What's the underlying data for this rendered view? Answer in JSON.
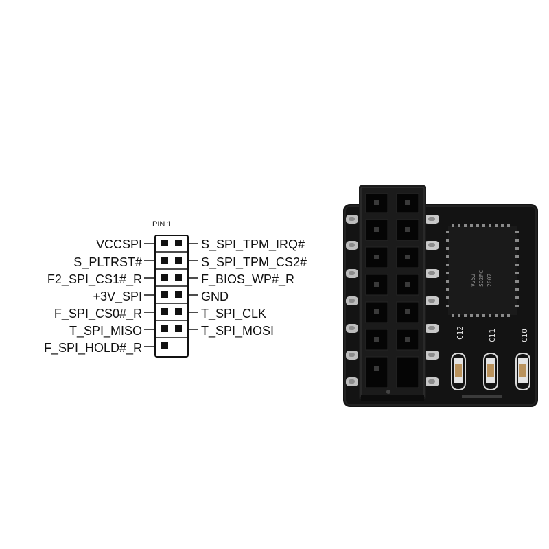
{
  "header": {
    "pin1_label": "PIN 1",
    "left_labels": [
      "VCCSPI",
      "S_PLTRST#",
      "F2_SPI_CS1#_R",
      "+3V_SPI",
      "F_SPI_CS0#_R",
      "T_SPI_MISO",
      "F_SPI_HOLD#_R"
    ],
    "right_labels": [
      "S_SPI_TPM_IRQ#",
      "S_SPI_TPM_CS2#",
      "F_BIOS_WP#_R",
      "GND",
      "T_SPI_CLK",
      "T_SPI_MOSI"
    ]
  },
  "module": {
    "silkscreen": [
      "C12",
      "C11",
      "C10"
    ],
    "chip_markings": [
      "V252",
      "SO2FC",
      "2007"
    ]
  },
  "colors": {
    "board": "#121212",
    "pin": "#c9c9c9",
    "text": "#111111"
  }
}
